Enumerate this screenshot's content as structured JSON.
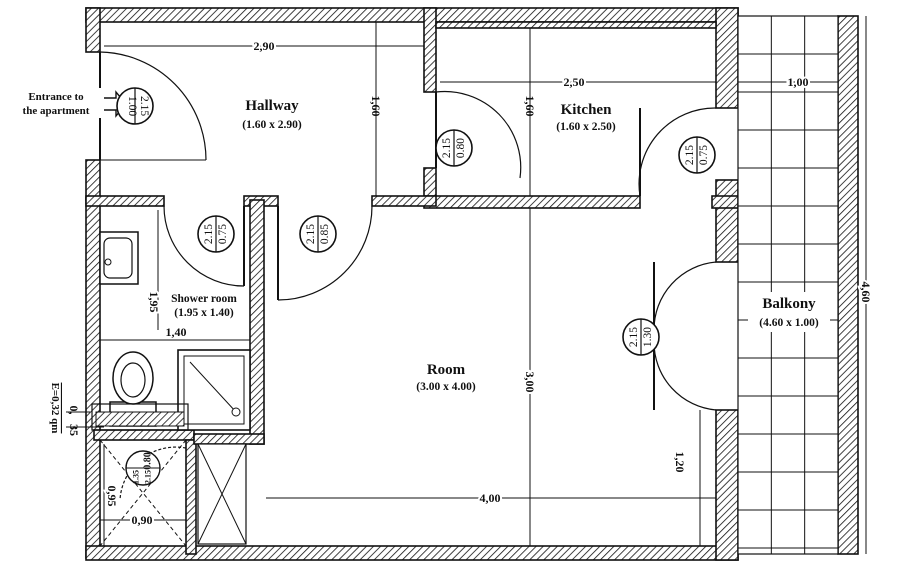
{
  "rooms": {
    "hallway": {
      "name": "Hallway",
      "dims": "(1.60 x 2.90)"
    },
    "kitchen": {
      "name": "Kitchen",
      "dims": "(1.60 x 2.50)"
    },
    "shower": {
      "name": "Shower room",
      "dims": "(1.95 x 1.40)"
    },
    "room": {
      "name": "Room",
      "dims": "(3.00 x 4.00)"
    },
    "balcony": {
      "name": "Balkony",
      "dims": "(4.60 x 1.00)"
    }
  },
  "entrance": {
    "line1": "Entrance to",
    "line2": "the apartment"
  },
  "dimensions": {
    "hallway_width": "2,90",
    "hallway_height": "1,60",
    "kitchen_width": "2,50",
    "kitchen_height": "1,60",
    "balcony_width": "1,00",
    "balcony_length": "4,60",
    "shower_height": "1,95",
    "shower_width": "1,40",
    "room_height": "3,00",
    "room_width": "4,00",
    "room_window": "1,20",
    "toilet_height": "0,95",
    "toilet_width": "0,90",
    "meter_top": "0,",
    "meter_bottom": "35",
    "meter_note": "E=0,32 qm"
  },
  "doors": {
    "entrance": {
      "w": "1.00",
      "h": "2.15"
    },
    "kitchen_hall": {
      "w": "0.80",
      "h": "2.15"
    },
    "kitchen_balcony": {
      "w": "0.75",
      "h": "2.15"
    },
    "shower": {
      "w": "0.75",
      "h": "2.15"
    },
    "room": {
      "w": "0.85",
      "h": "2.15"
    },
    "room_balcony": {
      "w": "1.30",
      "h": "2.15"
    },
    "toilet": {
      "w": "0.80",
      "h": "1.35",
      "h2": "2.15"
    }
  }
}
